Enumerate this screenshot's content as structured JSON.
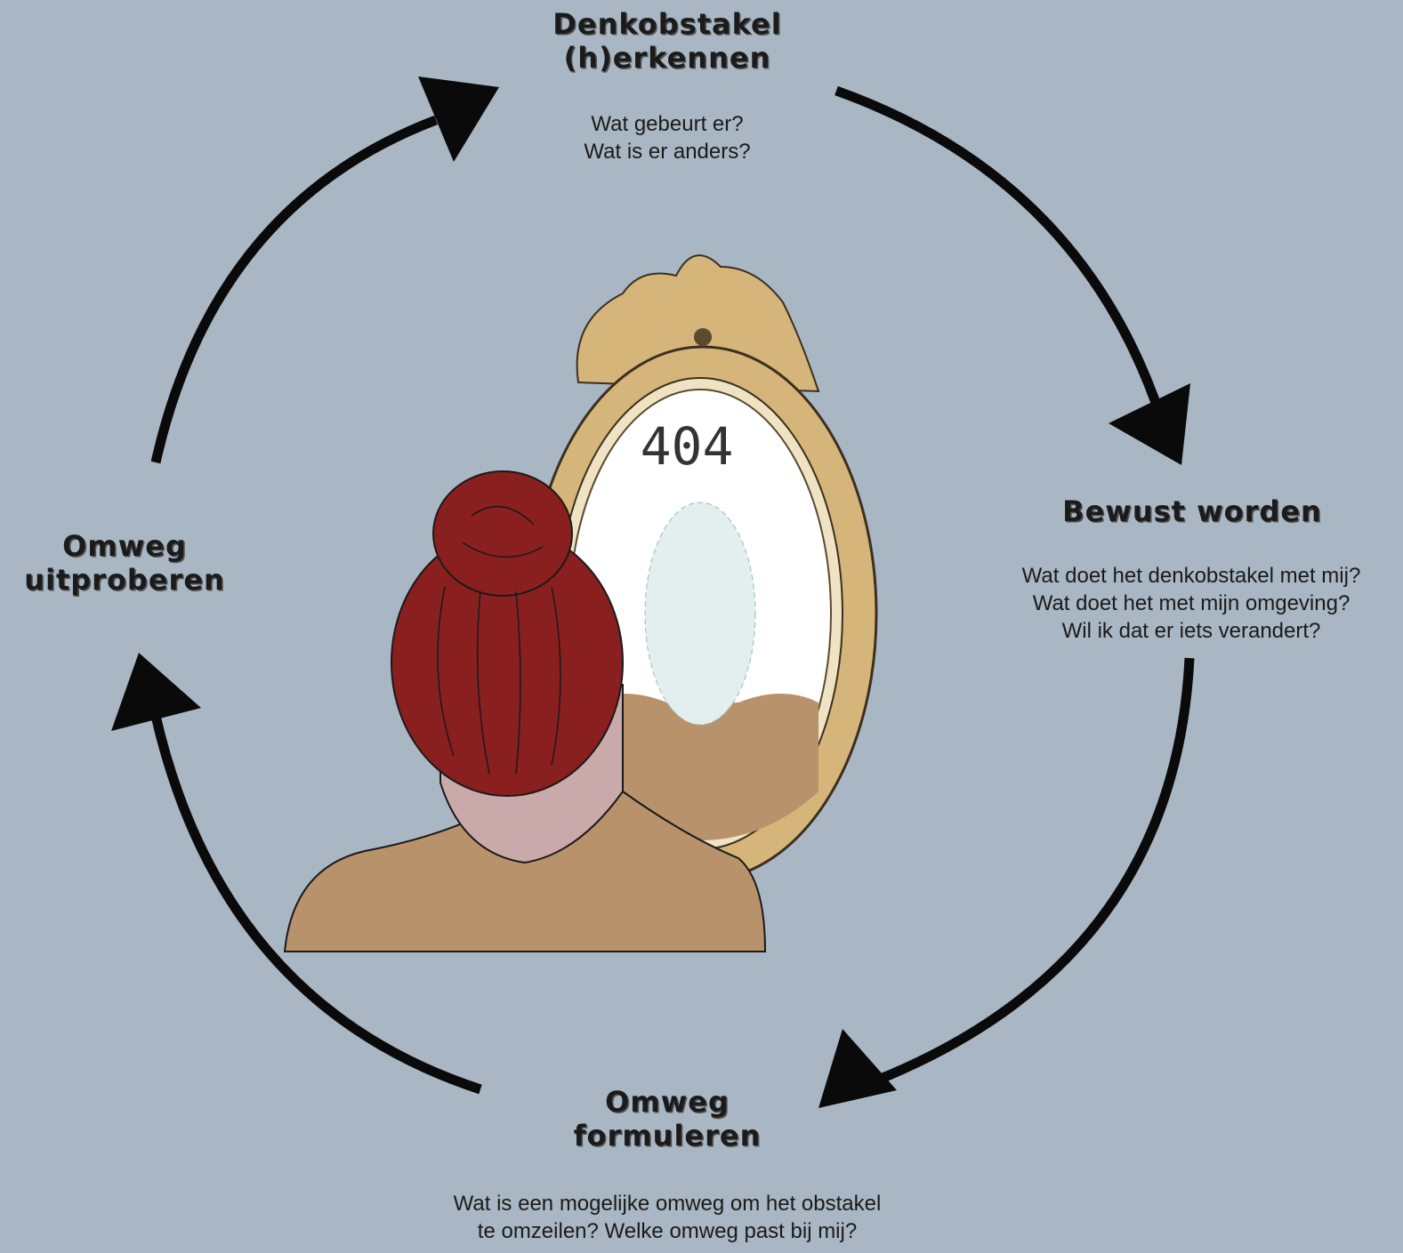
{
  "steps": {
    "top": {
      "title_lines": [
        "Denkobstakel",
        "(h)erkennen"
      ],
      "desc_lines": [
        "Wat gebeurt er?",
        "Wat is er anders?"
      ]
    },
    "right": {
      "title_lines": [
        "Bewust worden"
      ],
      "desc_lines": [
        "Wat doet het denkobstakel met mij?",
        "Wat doet het met mijn omgeving?",
        "Wil ik dat er iets verandert?"
      ]
    },
    "bottom": {
      "title_lines": [
        "Omweg",
        "formuleren"
      ],
      "desc_lines": [
        "Wat is een mogelijke omweg om het obstakel",
        "te omzeilen? Welke omweg past bij mij?"
      ]
    },
    "left": {
      "title_lines": [
        "Omweg",
        "uitproberen"
      ]
    }
  },
  "illustration": {
    "mirror_text": "404",
    "colors": {
      "background": "#a9b7c4",
      "hair": "#8a1f1f",
      "frame": "#d6b57a",
      "skin": "#c9a9a9",
      "shirt": "#b8926a"
    }
  }
}
